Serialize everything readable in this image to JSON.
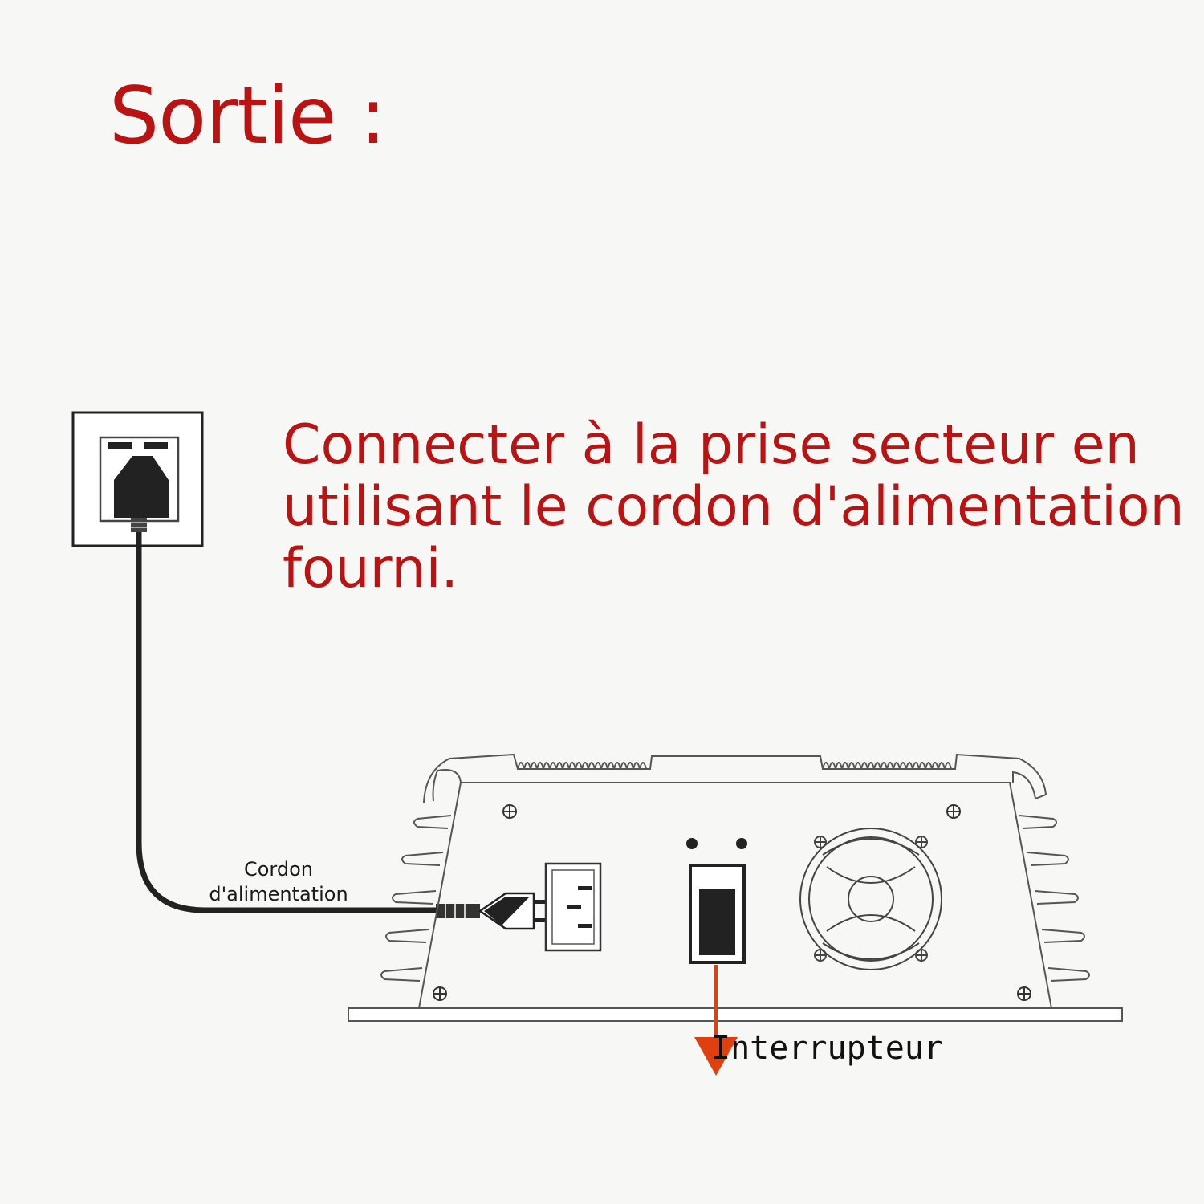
{
  "title": "Sortie :",
  "instruction": "Connecter à la prise secteur en utilisant le cordon d'alimentation fourni.",
  "labels": {
    "power_cord": "Cordon d'alimentation",
    "switch": "Interrupteur"
  },
  "colors": {
    "heading_red": "#b81414",
    "arrow_orange": "#e0400f",
    "line_gray": "#555555"
  }
}
